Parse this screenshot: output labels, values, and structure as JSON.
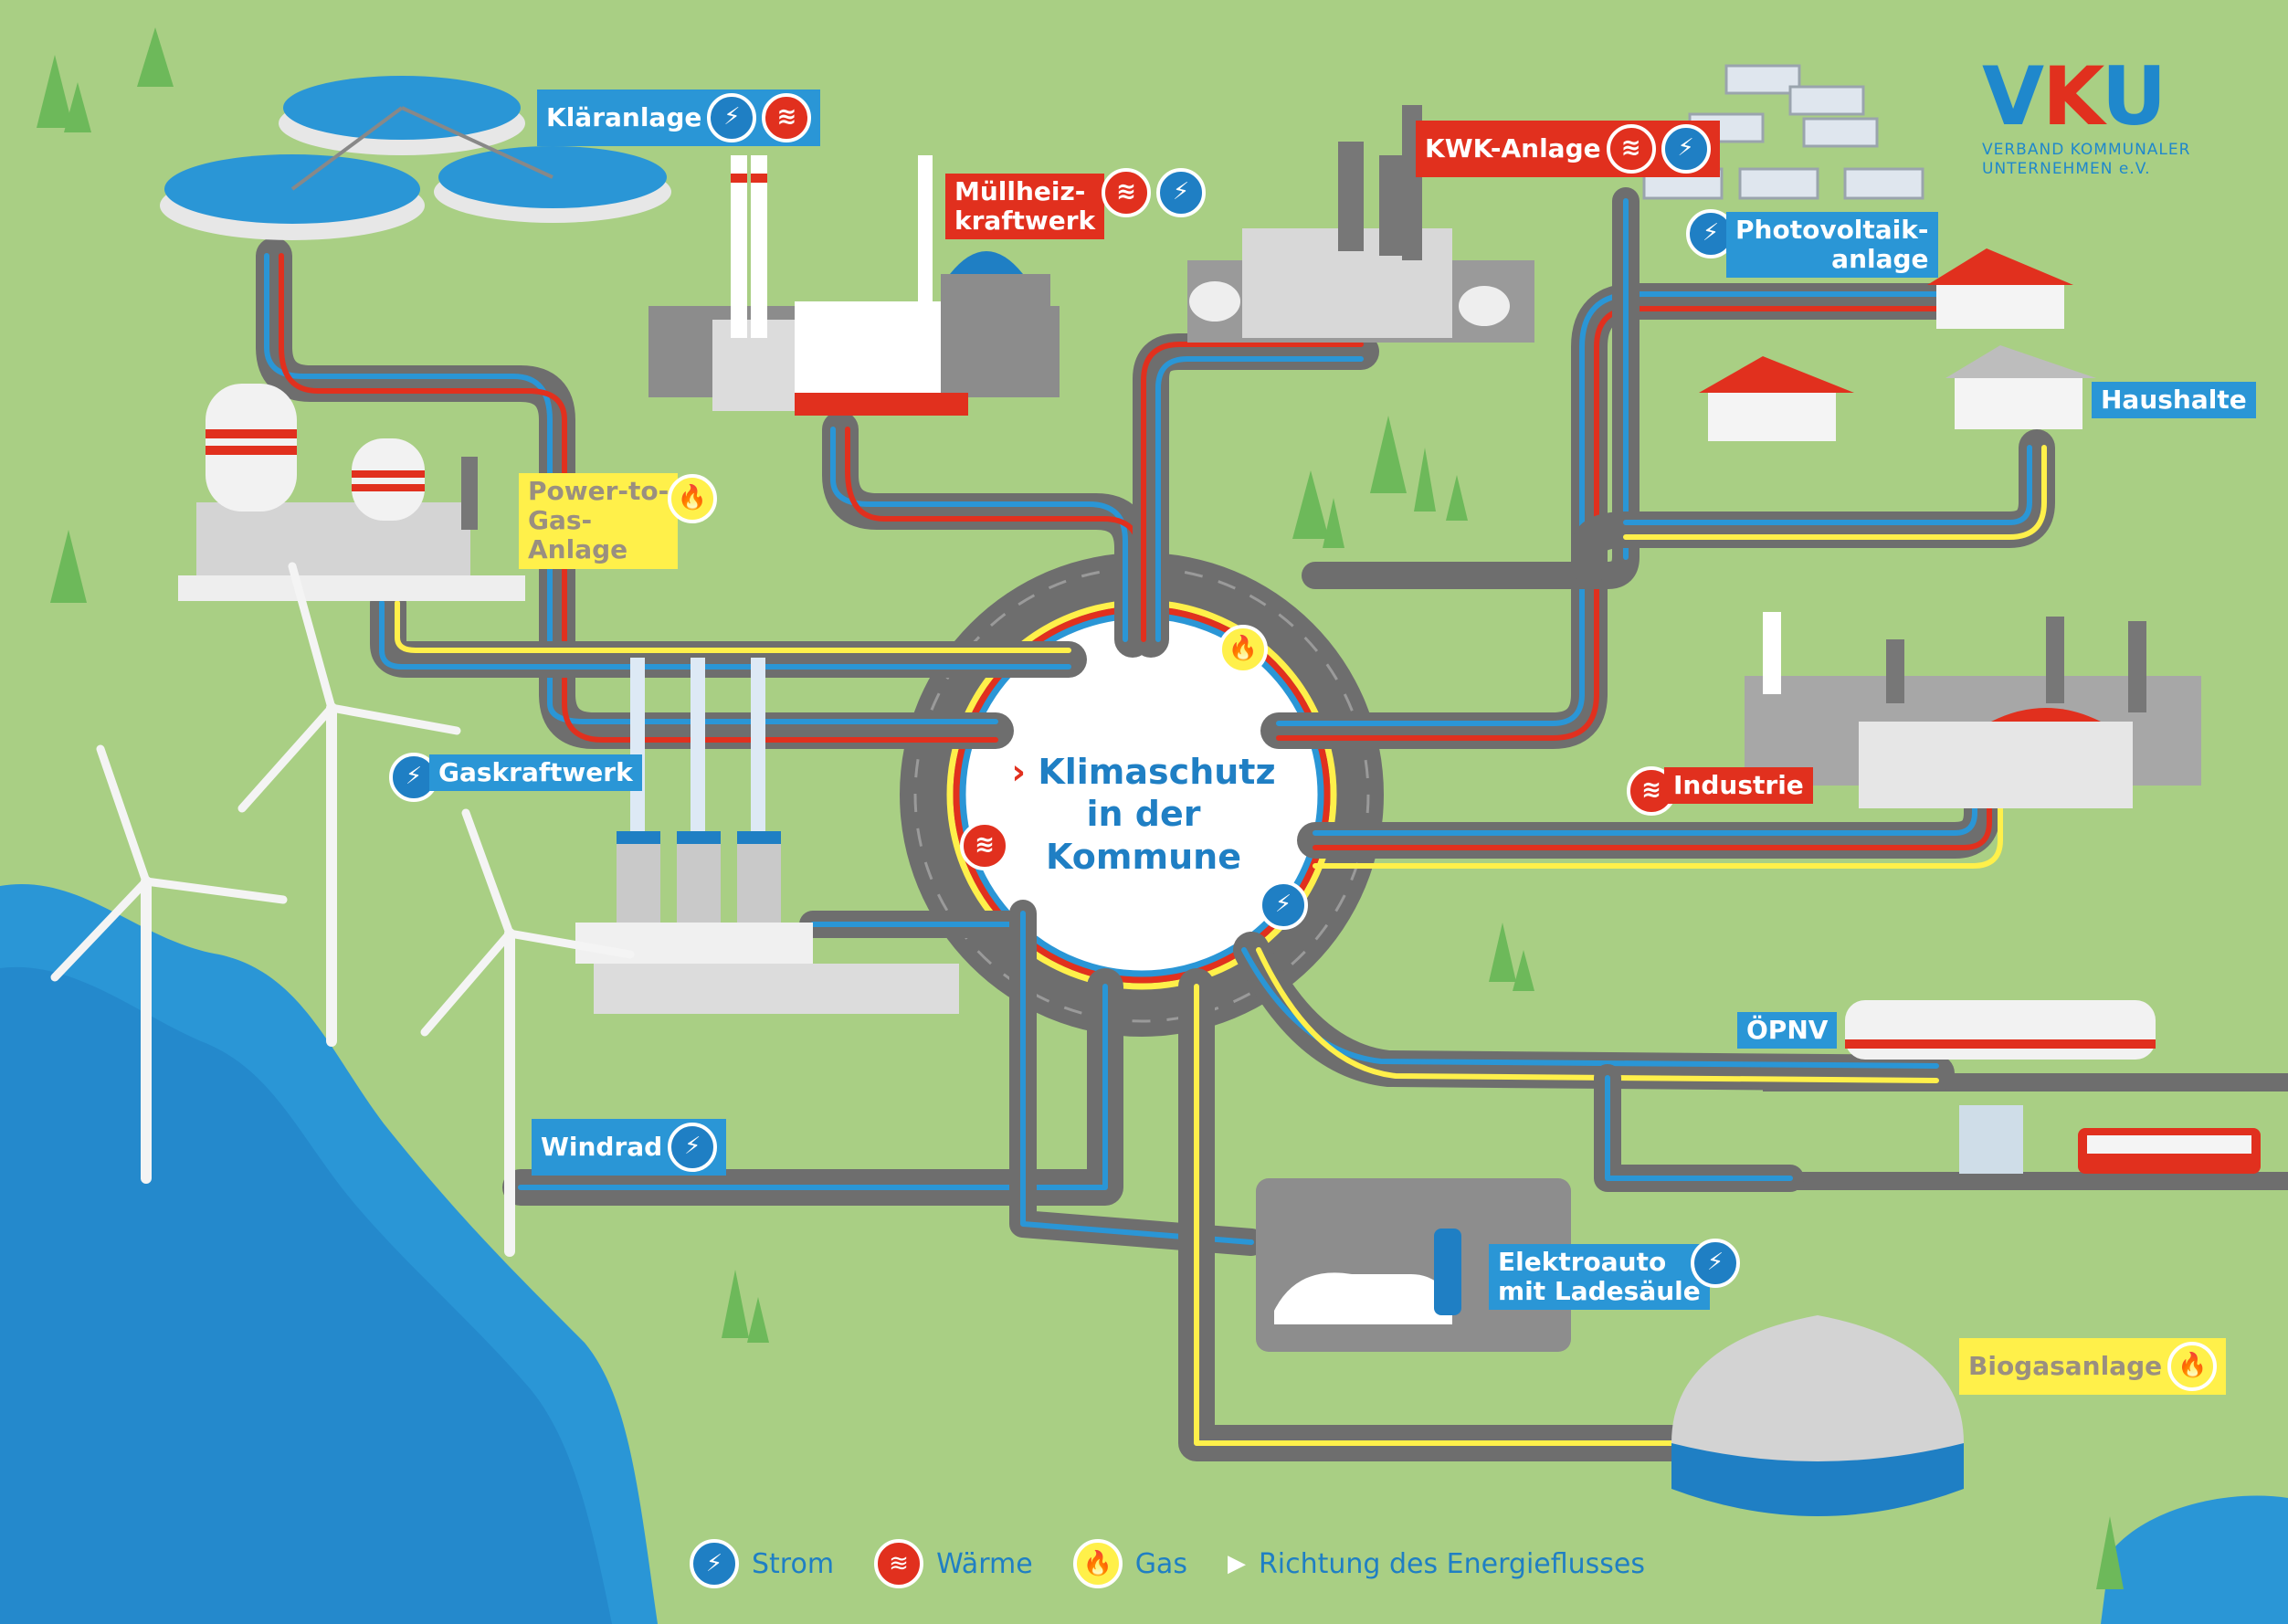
{
  "logo": {
    "mark_left": "V",
    "mark_mid": "K",
    "mark_right": "U",
    "line1": "VERBAND KOMMUNALER",
    "line2": "UNTERNEHMEN e.V."
  },
  "center": {
    "chevron": "›",
    "line1": "Klimaschutz",
    "line2": "in der",
    "line3": "Kommune"
  },
  "labels": {
    "klaeranlage": "Kläranlage",
    "muellheiz_1": "Müllheiz-",
    "muellheiz_2": "kraftwerk",
    "kwk": "KWK-Anlage",
    "pv_1": "Photovoltaik-",
    "pv_2": "anlage",
    "haushalte": "Haushalte",
    "ptg_1": "Power-to-",
    "ptg_2": "Gas-",
    "ptg_3": "Anlage",
    "gaskraftwerk": "Gaskraftwerk",
    "industrie": "Industrie",
    "oepnv": "ÖPNV",
    "windrad": "Windrad",
    "elektro_1": "Elektroauto",
    "elektro_2": "mit Ladesäule",
    "biogas": "Biogasanlage"
  },
  "icons": {
    "strom": "⚡",
    "waerme": "≋",
    "gas": "🔥"
  },
  "legend": {
    "strom": "Strom",
    "waerme": "Wärme",
    "gas": "Gas",
    "arrow": "▶",
    "richtung": "Richtung des Energieflusses"
  },
  "colors": {
    "background": "#a9cf84",
    "water": "#2a96d6",
    "strom": "#2a96d6",
    "waerme": "#e1301e",
    "gas": "#fff04a",
    "road": "#6e6e6e",
    "logo": "#1f88cc"
  }
}
